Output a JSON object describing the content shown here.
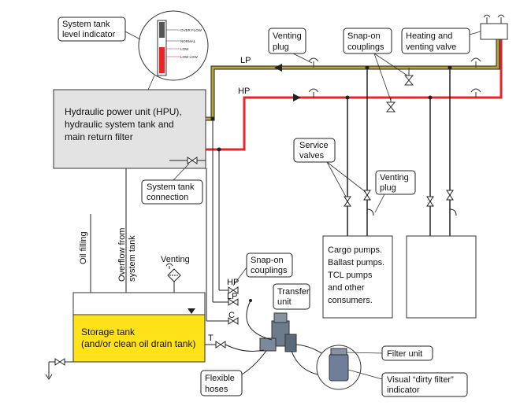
{
  "labels": {
    "system_tank_level_indicator": [
      "System tank",
      "level indicator"
    ],
    "hpu": [
      "Hydraulic power unit (HPU),",
      "hydraulic system tank and",
      "main return filter"
    ],
    "venting_plug_top": [
      "Venting",
      "plug"
    ],
    "snap_on_couplings_top": [
      "Snap-on",
      "couplings"
    ],
    "heating_venting_valve": [
      "Heating and",
      "venting valve"
    ],
    "lp": "LP",
    "hp": "HP",
    "service_valves": [
      "Service",
      "valves"
    ],
    "venting_plug_mid": [
      "Venting",
      "plug"
    ],
    "system_tank_connection": [
      "System tank",
      "connection"
    ],
    "consumers": [
      "Cargo pumps.",
      "Ballast pumps.",
      "TCL pumps",
      "and other",
      "consumers."
    ],
    "oil_filling": "Oil filling",
    "overflow": [
      "Overflow from",
      "system tank"
    ],
    "venting": "Venting",
    "snap_on_couplings_low": [
      "Snap-on",
      "couplings"
    ],
    "coupling_hp": "HP",
    "coupling_lp": "LP",
    "coupling_c": "C",
    "transfer_unit": [
      "Transfer",
      "unit"
    ],
    "storage_tank": [
      "Storage tank",
      "(and/or clean oil drain tank)"
    ],
    "storage_t": "T",
    "flexible_hoses": [
      "Flexible",
      "hoses"
    ],
    "filter_unit": "Filter unit",
    "dirty_filter": [
      "Visual “dirty filter”",
      "indicator"
    ]
  },
  "gauge_marks": [
    "OVER FLOW",
    "NORMAL",
    "LOW",
    "LOW LOW"
  ],
  "colors": {
    "hp_line": "#e8262a",
    "lp_line": "#b5a53a",
    "hpu_fill": "#e3e3e3",
    "storage_fill": "#ffe21a",
    "pipe": "#222222"
  }
}
